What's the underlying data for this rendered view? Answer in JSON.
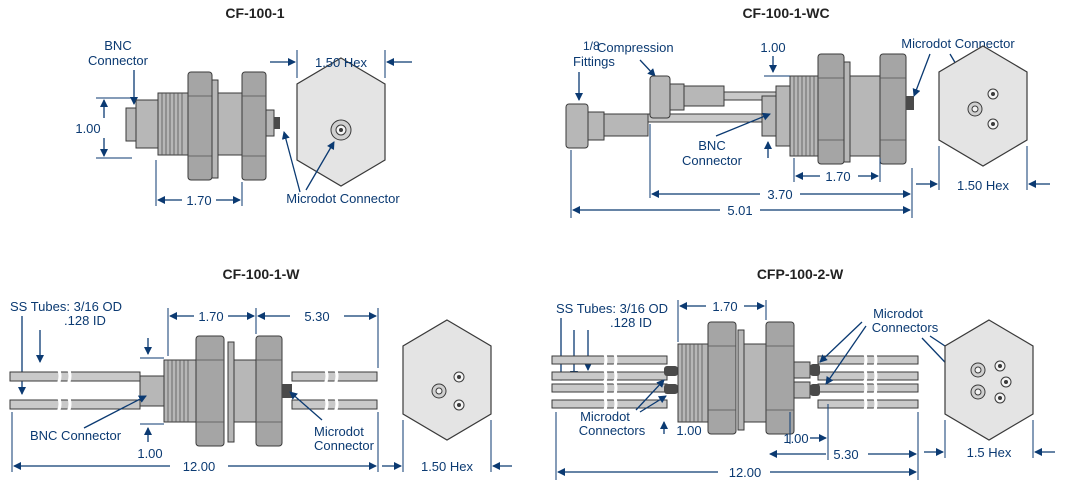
{
  "panels": {
    "cf1001": {
      "title": "CF-100-1",
      "bnc_line1": "BNC",
      "bnc_line2": "Connector",
      "dim_height": "1.00",
      "dim_length": "1.70",
      "hex": "1.50 Hex",
      "microdot": "Microdot Connector"
    },
    "cf1001wc": {
      "title": "CF-100-1-WC",
      "fitting_prefix": "1/8",
      "fitting_line1": "Compression",
      "fitting_line2": "Fittings",
      "dim_100": "1.00",
      "microdot": "Microdot Connector",
      "bnc_line1": "BNC",
      "bnc_line2": "Connector",
      "dim_170": "1.70",
      "dim_370": "3.70",
      "dim_501": "5.01",
      "hex": "1.50 Hex"
    },
    "cf1001w": {
      "title": "CF-100-1-W",
      "tubes_line1": "SS Tubes: 3/16 OD",
      "tubes_line2": ".128 ID",
      "dim_170": "1.70",
      "dim_530": "5.30",
      "bnc": "BNC Connector",
      "dim_100": "1.00",
      "microdot_line1": "Microdot",
      "microdot_line2": "Connector",
      "dim_1200": "12.00",
      "hex": "1.50 Hex"
    },
    "cfp1002w": {
      "title": "CFP-100-2-W",
      "tubes_line1": "SS Tubes: 3/16 OD",
      "tubes_line2": ".128 ID",
      "dim_170": "1.70",
      "microdots_top_line1": "Microdot",
      "microdots_top_line2": "Connectors",
      "microdots_bot_line1": "Microdot",
      "microdots_bot_line2": "Connectors",
      "dim_100a": "1.00",
      "dim_100b": "1.00",
      "dim_530": "5.30",
      "dim_1200": "12.00",
      "hex": "1.5 Hex"
    }
  },
  "colors": {
    "annotation": "#0b3a72",
    "metal": "#b7b7b7",
    "outline": "#3a3a3a"
  }
}
